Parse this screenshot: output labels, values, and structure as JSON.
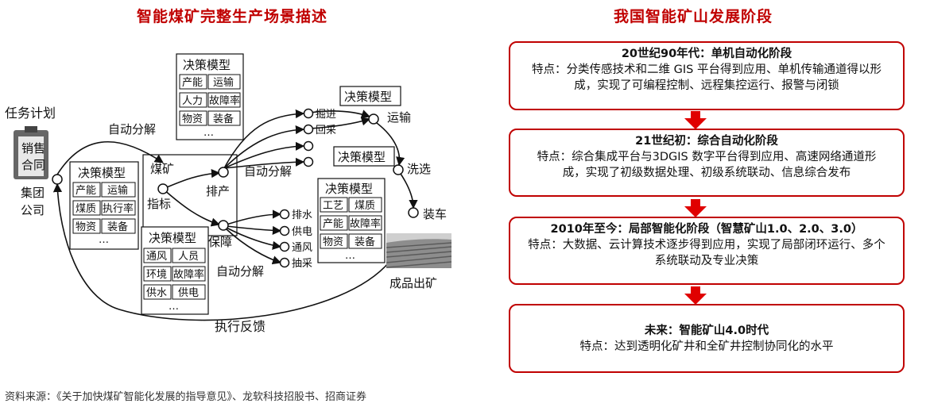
{
  "left": {
    "title": "智能煤矿完整生产场景描述",
    "plan_label": "任务计划",
    "clipboard": [
      "销售",
      "合同"
    ],
    "company": [
      "集团",
      "公司"
    ],
    "auto1": "自动分解",
    "auto2": "自动分解",
    "auto3": "自动分解",
    "coal_index": [
      "煤矿",
      "指标"
    ],
    "produce": "排产",
    "support": "保障",
    "feedback": "执行反馈",
    "product": "成品出矿",
    "model_top": {
      "title": "决策模型",
      "cells": [
        "产能",
        "运输",
        "人力",
        "故障率",
        "物资",
        "装备"
      ],
      "more": "…"
    },
    "model_left": {
      "title": "决策模型",
      "cells": [
        "产能",
        "运输",
        "煤质",
        "执行率",
        "物资",
        "装备"
      ],
      "more": "…"
    },
    "model_bottom": {
      "title": "决策模型",
      "cells": [
        "通风",
        "人员",
        "环境",
        "故障率",
        "供水",
        "供电"
      ],
      "more": "…"
    },
    "model_right": {
      "title": "决策模型",
      "cells": [
        "工艺",
        "煤质",
        "产能",
        "故障率",
        "物资",
        "装备"
      ],
      "more": "…"
    },
    "model_transport": {
      "title": "决策模型"
    },
    "model_wash": {
      "title": "决策模型"
    },
    "mine_nodes": [
      "掘进",
      "回采"
    ],
    "transport": "运输",
    "wash": "洗选",
    "loading": "装车",
    "support_nodes": [
      "排水",
      "供电",
      "通风",
      "抽采"
    ]
  },
  "right": {
    "title": "我国智能矿山发展阶段",
    "stages": [
      {
        "heading": "20世纪90年代：单机自动化阶段",
        "desc": "特点：分类传感技术和二维 GIS 平台得到应用、单机传输通道得以形成，实现了可编程控制、远程集控运行、报警与闭锁"
      },
      {
        "heading": "21世纪初：综合自动化阶段",
        "desc": "特点：综合集成平台与3DGIS 数字平台得到应用、高速网络通道形成，实现了初级数据处理、初级系统联动、信息综合发布"
      },
      {
        "heading": "2010年至今：局部智能化阶段（智慧矿山1.0、2.0、3.0）",
        "desc": "特点：大数据、云计算技术逐步得到应用，实现了局部闭环运行、多个系统联动及专业决策"
      },
      {
        "heading": "未来：智能矿山4.0时代",
        "desc": "特点：达到透明化矿井和全矿井控制协同化的水平"
      }
    ],
    "accent": "#c00000",
    "arrow_color": "#e00000"
  },
  "source": "资料来源：《关于加快煤矿智能化发展的指导意见》、龙软科技招股书、招商证券"
}
